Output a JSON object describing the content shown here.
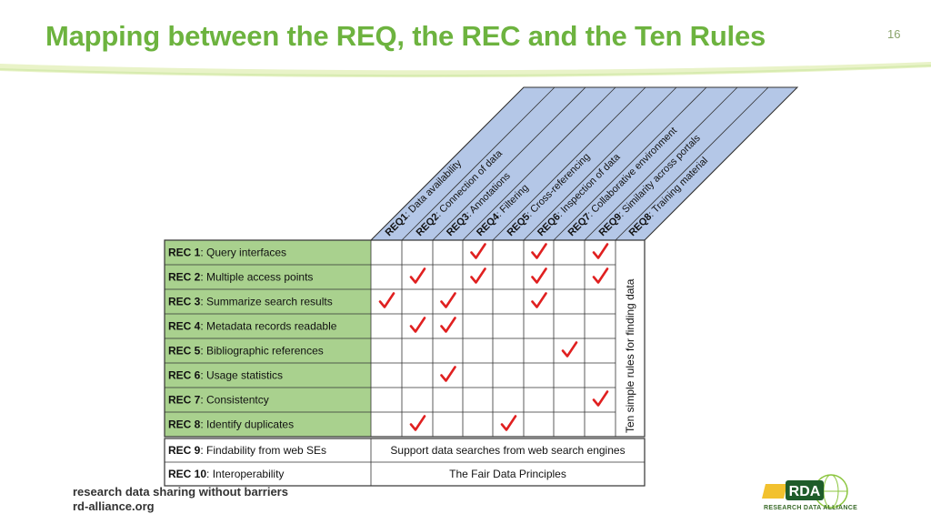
{
  "slide": {
    "title": "Mapping between the REQ, the REC and the Ten Rules",
    "page_number": "16"
  },
  "matrix": {
    "requirements": [
      "REQ1: Data availability",
      "REQ2: Connection of data",
      "REQ3: Annotations",
      "REQ4: Filtering",
      "REQ5: Cross-referencing",
      "REQ6: Inspection of data",
      "REQ7: Collaborative environment",
      "REQ9: Similarity across portals",
      "REQ8: Training material"
    ],
    "recommendations": [
      {
        "id": "REC 1",
        "label": ": Query interfaces",
        "checks": [
          3,
          5,
          7
        ]
      },
      {
        "id": "REC 2",
        "label": ": Multiple access points",
        "checks": [
          1,
          3,
          5,
          7
        ]
      },
      {
        "id": "REC 3",
        "label": ": Summarize search results",
        "checks": [
          0,
          2,
          5
        ]
      },
      {
        "id": "REC 4",
        "label": ": Metadata records readable",
        "checks": [
          1,
          2
        ]
      },
      {
        "id": "REC 5",
        "label": ": Bibliographic references",
        "checks": [
          6
        ]
      },
      {
        "id": "REC 6",
        "label": ": Usage statistics",
        "checks": [
          2
        ]
      },
      {
        "id": "REC 7",
        "label": ": Consistentcy",
        "checks": [
          7
        ]
      },
      {
        "id": "REC 8",
        "label": ": Identify duplicates",
        "checks": [
          1,
          4
        ]
      }
    ],
    "side_label": "Ten simple rules for finding data",
    "extra_rows": [
      {
        "id": "REC 9",
        "label": ": Findability from web SEs",
        "value": "Support data searches from web search engines"
      },
      {
        "id": "REC 10",
        "label": ": Interoperability",
        "value": "The Fair Data Principles"
      }
    ],
    "colors": {
      "rec_fill": "#a9d18e",
      "req_fill": "#b4c7e7",
      "check": "#e02020",
      "grid": "#333333"
    }
  },
  "footer": {
    "tagline": "research data sharing without barriers",
    "url": "rd-alliance.org",
    "logo_text": "RDA",
    "logo_caption": "RESEARCH DATA ALLIANCE"
  }
}
